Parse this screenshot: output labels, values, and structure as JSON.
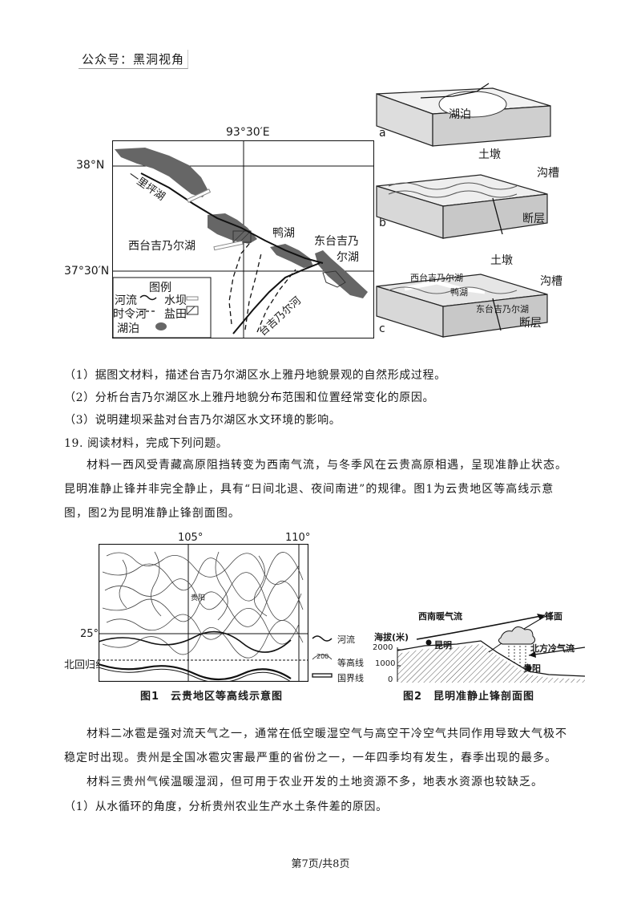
{
  "watermark": "公众号：黑洞视角",
  "fig_lake": {
    "lon_label": "93°30′E",
    "lat_top": "38°N",
    "lat_bottom": "37°30′N",
    "lake_yili": "一里坪湖",
    "lake_west": "西台吉乃尔湖",
    "lake_ya": "鸭湖",
    "lake_east_1": "东台吉乃",
    "lake_east_2": "尔湖",
    "river": "台吉乃尔河",
    "legend_title": "图例",
    "legend_river": "河流",
    "legend_dam": "水坝",
    "legend_seasonal": "时令河",
    "legend_saltfield": "盐田",
    "legend_lake": "湖泊"
  },
  "block_a": {
    "letter": "a",
    "lake": "湖泊"
  },
  "block_b": {
    "letter": "b",
    "mound": "土墩",
    "trough": "沟槽",
    "fault": "断层"
  },
  "block_c": {
    "letter": "c",
    "mound": "土墩",
    "trough": "沟槽",
    "fault": "断层",
    "west_lake": "西台吉乃尔湖",
    "ya_lake": "鸭湖",
    "east_lake": "东台吉乃尔湖"
  },
  "q18": [
    "（1）据图文材料，描述台吉乃尔湖区水上雅丹地貌景观的自然形成过程。",
    "（2）分析台吉乃尔湖区水上雅丹地貌分布范围和位置经常变化的原因。",
    "（3）说明建坝采盐对台吉乃尔湖区水文环境的影响。"
  ],
  "q19_title": "19. 阅读材料，完成下列问题。",
  "material1": "材料一西风受青藏高原阻挡转变为西南气流，与冬季风在云贵高原相遇，呈现准静止状态。昆明准静止锋并非完全静止，具有“日间北退、夜间南进”的规律。图1为云贵地区等高线示意图，图2为昆明准静止锋剖面图。",
  "fig1": {
    "lon_105": "105°",
    "lon_110": "110°",
    "lat_25": "25°",
    "tropic": "北回归线",
    "guiyang": "贵阳",
    "legend_river": "河流",
    "legend_contour_value": "200",
    "legend_contour": "等高线",
    "legend_border": "国界线",
    "caption": "图1　云贵地区等高线示意图"
  },
  "fig2": {
    "sw_flow": "西南暖气流",
    "front": "锋面",
    "altitude": "海拔(米)",
    "tick_2000": "2000",
    "tick_1000": "1000",
    "tick_0": "0",
    "kunming": "昆明",
    "north_cold": "北方冷气流",
    "guiyang": "贵阳",
    "caption": "图2　昆明准静止锋剖面图"
  },
  "material2": "材料二冰雹是强对流天气之一，通常在低空暖湿空气与高空干冷空气共同作用导致大气极不稳定时出现。贵州是全国冰雹灾害最严重的省份之一，一年四季均有发生，春季出现的最多。",
  "material3": "材料三贵州气候温暖湿润，但可用于农业开发的土地资源不多，地表水资源也较缺乏。",
  "q19_1": "（1）从水循环的角度，分析贵州农业生产水土条件差的原因。",
  "footer": "第7页/共8页"
}
